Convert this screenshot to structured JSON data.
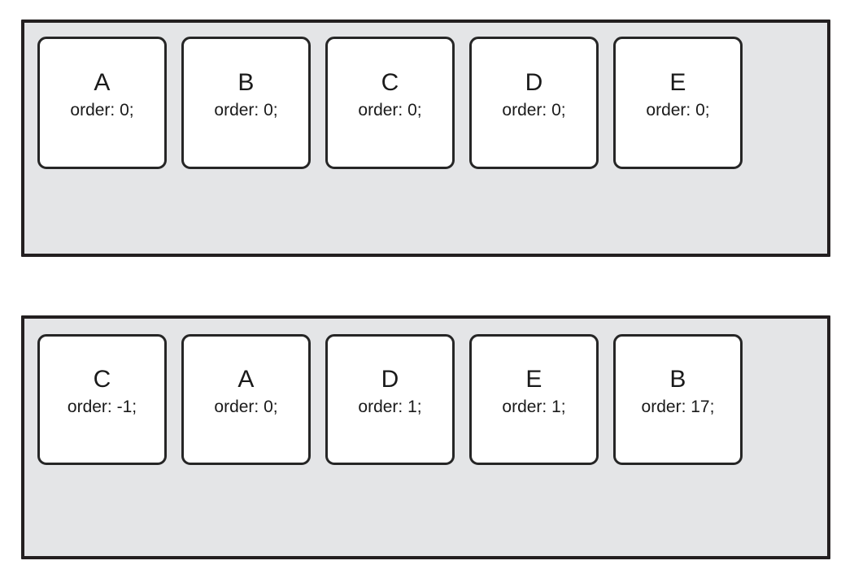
{
  "diagram": {
    "background_color": "#ffffff",
    "container_fill": "#e4e5e7",
    "container_border_color": "#231f20",
    "item_fill": "#ffffff",
    "item_border_color": "#262626",
    "text_color": "#1a1a1a"
  },
  "containers": [
    {
      "name": "source-order-container",
      "items": [
        {
          "letter": "A",
          "order_text": "order: 0;",
          "order_value": 0
        },
        {
          "letter": "B",
          "order_text": "order: 0;",
          "order_value": 0
        },
        {
          "letter": "C",
          "order_text": "order: 0;",
          "order_value": 0
        },
        {
          "letter": "D",
          "order_text": "order: 0;",
          "order_value": 0
        },
        {
          "letter": "E",
          "order_text": "order: 0;",
          "order_value": 0
        }
      ]
    },
    {
      "name": "reordered-container",
      "items": [
        {
          "letter": "C",
          "order_text": "order: -1;",
          "order_value": -1
        },
        {
          "letter": "A",
          "order_text": "order: 0;",
          "order_value": 0
        },
        {
          "letter": "D",
          "order_text": "order: 1;",
          "order_value": 1
        },
        {
          "letter": "E",
          "order_text": "order: 1;",
          "order_value": 1
        },
        {
          "letter": "B",
          "order_text": "order: 17;",
          "order_value": 17
        }
      ]
    }
  ]
}
